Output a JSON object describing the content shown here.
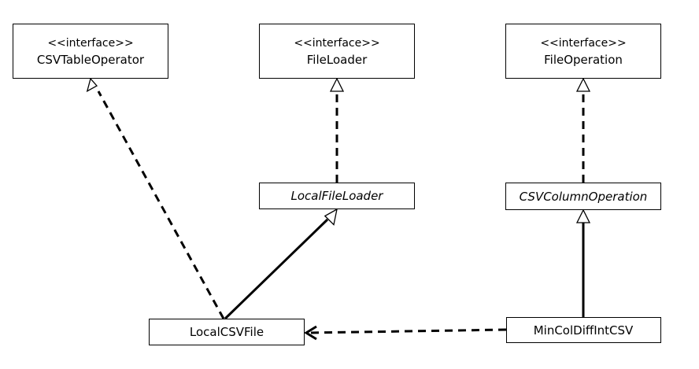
{
  "classes": {
    "csv_table_operator": {
      "stereotype": "<<interface>>",
      "name": "CSVTableOperator"
    },
    "file_loader": {
      "stereotype": "<<interface>>",
      "name": "FileLoader"
    },
    "file_operation": {
      "stereotype": "<<interface>>",
      "name": "FileOperation"
    },
    "local_file_loader": {
      "name": "LocalFileLoader"
    },
    "csv_column_operation": {
      "name": "CSVColumnOperation"
    },
    "local_csv_file": {
      "name": "LocalCSVFile"
    },
    "min_col_diff_int_csv": {
      "name": "MinColDiffIntCSV"
    }
  },
  "colors": {
    "stroke": "#000000",
    "fill": "#ffffff"
  }
}
